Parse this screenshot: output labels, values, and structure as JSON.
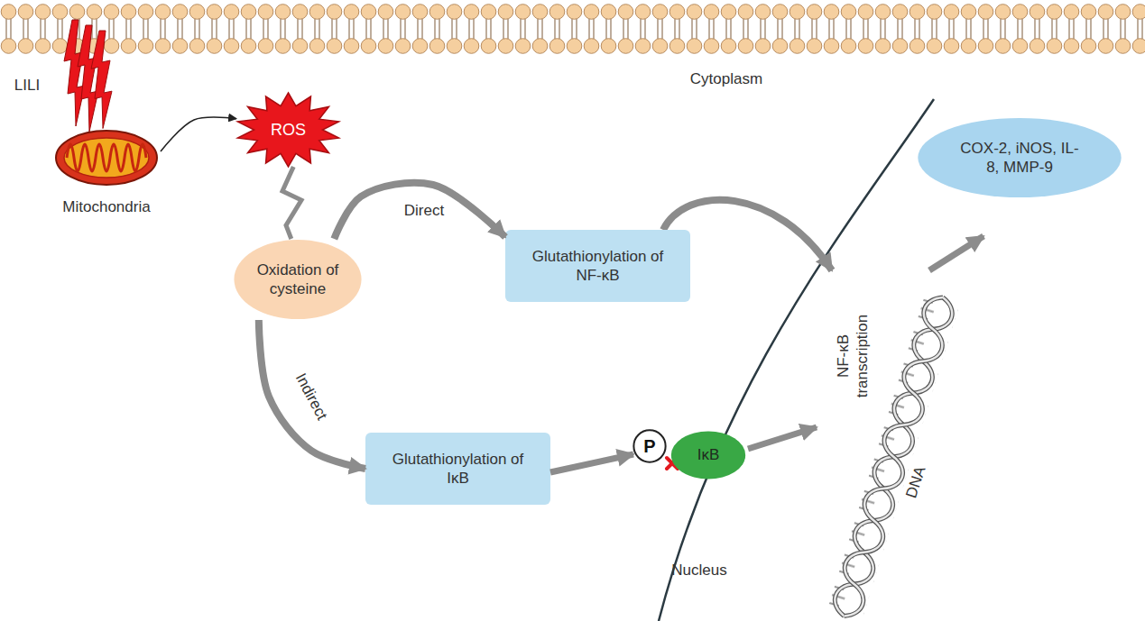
{
  "diagram": {
    "nodes": [
      {
        "text": [
          "Mitochondria"
        ]
      },
      {
        "text": [
          "ROS"
        ]
      },
      {
        "text": [
          "Oxidation of cysteine"
        ]
      },
      {
        "text": [
          "Glutathionylation of NF-κB"
        ]
      },
      {
        "text": [
          "Glutathionylation of IκB"
        ]
      },
      {
        "text": [
          "P"
        ]
      },
      {
        "text": [
          "IκB"
        ]
      },
      {
        "text": [
          "COX-2, iNOS, IL-8, MMP-9"
        ]
      }
    ],
    "edges": [
      {
        "from": 0,
        "to": 1,
        "arrow": "to"
      },
      {
        "from": 1,
        "to": 2,
        "arrow": "none"
      },
      {
        "from": 2,
        "to": 3,
        "label": "Direct",
        "arrow": "to"
      },
      {
        "from": 2,
        "to": 4,
        "label": "Indirect",
        "arrow": "to"
      },
      {
        "from": 4,
        "to": 5,
        "arrow": "to"
      }
    ],
    "labels": [
      "LILI",
      "Cytoplasm",
      "Nucleus",
      "NF-κB transcription",
      "DNA"
    ]
  }
}
